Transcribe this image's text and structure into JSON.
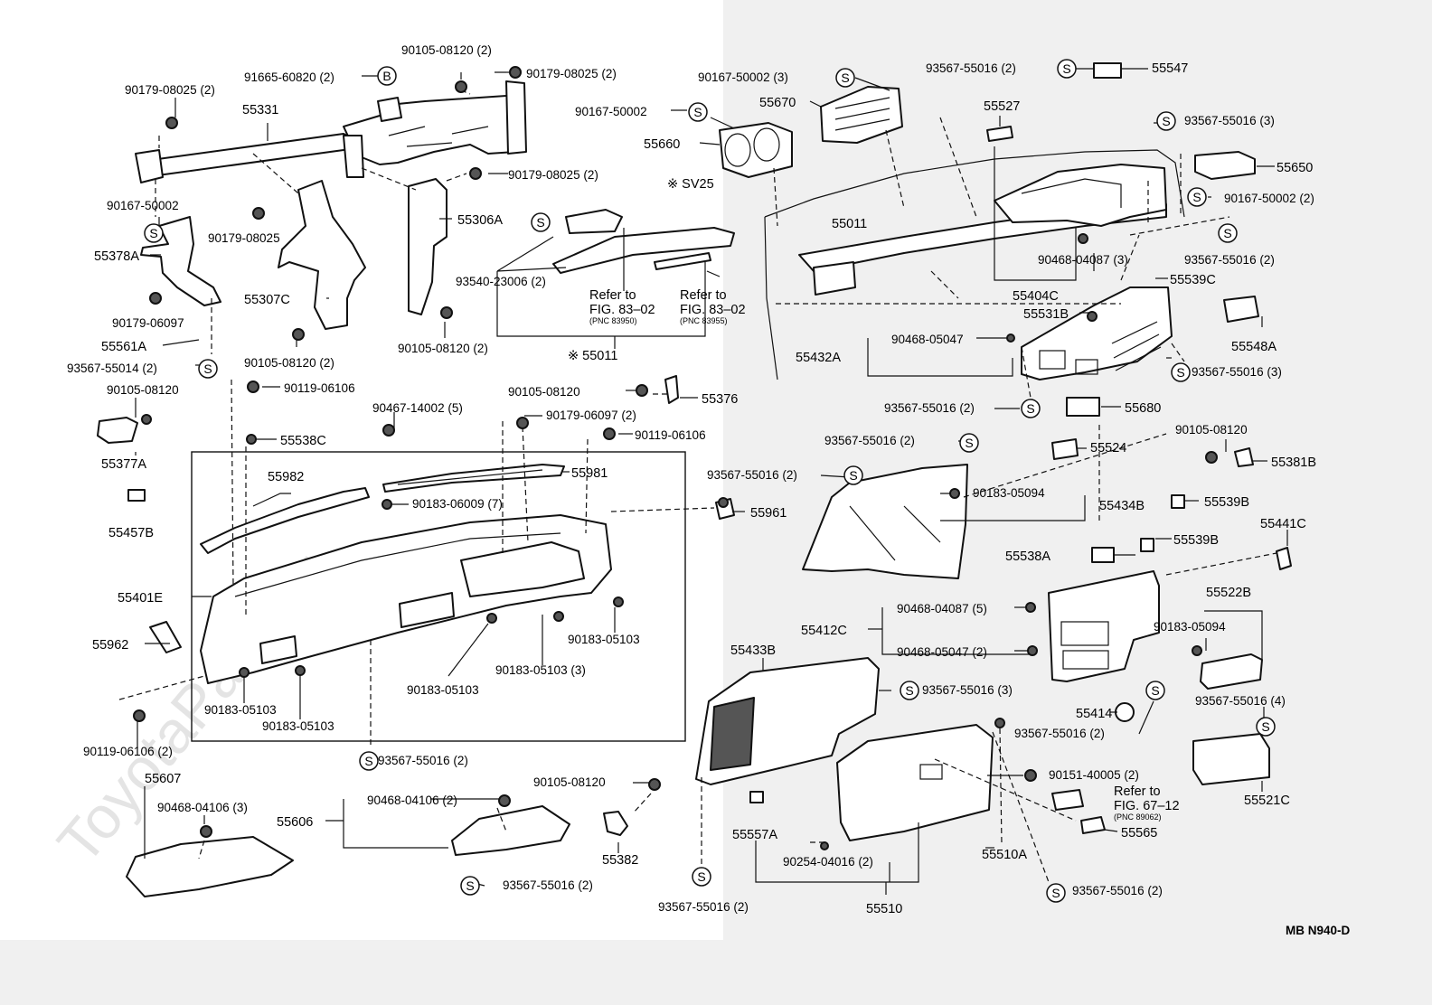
{
  "watermark": "ToyotaParts.ru",
  "variant_mark": "※ SV25",
  "diagram_code": "MB N940-D",
  "callouts": [
    {
      "id": "90105-08120 (2)",
      "label": "90105-08120 (2)"
    },
    {
      "id": "90179-08025 (2)",
      "label": "90179-08025 (2)"
    },
    {
      "id": "91665-60820 (2)",
      "label": "91665-60820 (2)"
    },
    {
      "id": "90179-08025 (2)b",
      "label": "90179-08025 (2)"
    },
    {
      "id": "55331",
      "label": "55331"
    },
    {
      "id": "90179-08025 (2)c",
      "label": "90179-08025 (2)"
    },
    {
      "id": "90167-50002",
      "label": "90167-50002"
    },
    {
      "id": "90179-08025",
      "label": "90179-08025"
    },
    {
      "id": "55378A",
      "label": "55378A"
    },
    {
      "id": "55306A",
      "label": "55306A"
    },
    {
      "id": "55307C",
      "label": "55307C"
    },
    {
      "id": "90179-06097",
      "label": "90179-06097"
    },
    {
      "id": "55561A",
      "label": "55561A"
    },
    {
      "id": "93567-55014 (2)",
      "label": "93567-55014 (2)"
    },
    {
      "id": "90105-08120 (2)b",
      "label": "90105-08120 (2)"
    },
    {
      "id": "90105-08120 (2)c",
      "label": "90105-08120 (2)"
    },
    {
      "id": "90167-50002 (3)",
      "label": "90167-50002 (3)"
    },
    {
      "id": "55670",
      "label": "55670"
    },
    {
      "id": "90167-50002b",
      "label": "90167-50002"
    },
    {
      "id": "55660",
      "label": "55660"
    },
    {
      "id": "93540-23006 (2)",
      "label": "93540-23006 (2)"
    },
    {
      "id": "refer1",
      "label": "Refer to"
    },
    {
      "id": "fig1",
      "label": "FIG. 83–02"
    },
    {
      "id": "pnc1",
      "label": "(PNC 83950)"
    },
    {
      "id": "refer2",
      "label": "Refer to"
    },
    {
      "id": "fig2",
      "label": "FIG. 83–02"
    },
    {
      "id": "pnc2",
      "label": "(PNC 83955)"
    },
    {
      "id": "55011b",
      "label": "※ 55011"
    },
    {
      "id": "93567-55016 (2)",
      "label": "93567-55016 (2)"
    },
    {
      "id": "55547",
      "label": "55547"
    },
    {
      "id": "55527",
      "label": "55527"
    },
    {
      "id": "93567-55016 (3)",
      "label": "93567-55016 (3)"
    },
    {
      "id": "55650",
      "label": "55650"
    },
    {
      "id": "90167-50002 (2)",
      "label": "90167-50002 (2)"
    },
    {
      "id": "55011",
      "label": "55011"
    },
    {
      "id": "90468-04087 (3)",
      "label": "90468-04087 (3)"
    },
    {
      "id": "93567-55016 (2)b",
      "label": "93567-55016 (2)"
    },
    {
      "id": "55539C",
      "label": "55539C"
    },
    {
      "id": "55404C",
      "label": "55404C"
    },
    {
      "id": "55531B",
      "label": "55531B"
    },
    {
      "id": "90468-05047",
      "label": "90468-05047"
    },
    {
      "id": "55432A",
      "label": "55432A"
    },
    {
      "id": "55548A",
      "label": "55548A"
    },
    {
      "id": "93567-55016 (3)b",
      "label": "93567-55016 (3)"
    },
    {
      "id": "93567-55016 (2)c",
      "label": "93567-55016 (2)"
    },
    {
      "id": "55680",
      "label": "55680"
    },
    {
      "id": "90105-08120",
      "label": "90105-08120"
    },
    {
      "id": "55376",
      "label": "55376"
    },
    {
      "id": "90119-06106",
      "label": "90119-06106"
    },
    {
      "id": "90467-14002 (5)",
      "label": "90467-14002 (5)"
    },
    {
      "id": "90179-06097 (2)",
      "label": "90179-06097 (2)"
    },
    {
      "id": "90119-06106b",
      "label": "90119-06106"
    },
    {
      "id": "90105-08120b",
      "label": "90105-08120"
    },
    {
      "id": "55538C",
      "label": "55538C"
    },
    {
      "id": "55377A",
      "label": "55377A"
    },
    {
      "id": "55982",
      "label": "55982"
    },
    {
      "id": "55981",
      "label": "55981"
    },
    {
      "id": "90183-06009 (7)",
      "label": "90183-06009 (7)"
    },
    {
      "id": "55457B",
      "label": "55457B"
    },
    {
      "id": "55961",
      "label": "55961"
    },
    {
      "id": "93567-55016 (2)d",
      "label": "93567-55016 (2)"
    },
    {
      "id": "93567-55016 (2)e",
      "label": "93567-55016 (2)"
    },
    {
      "id": "55524",
      "label": "55524"
    },
    {
      "id": "90105-08120c",
      "label": "90105-08120"
    },
    {
      "id": "55381B",
      "label": "55381B"
    },
    {
      "id": "90183-05094",
      "label": "90183-05094"
    },
    {
      "id": "55434B",
      "label": "55434B"
    },
    {
      "id": "55539B",
      "label": "55539B"
    },
    {
      "id": "55401E",
      "label": "55401E"
    },
    {
      "id": "55538A",
      "label": "55538A"
    },
    {
      "id": "55539Bb",
      "label": "55539B"
    },
    {
      "id": "55441C",
      "label": "55441C"
    },
    {
      "id": "55962",
      "label": "55962"
    },
    {
      "id": "90183-05103",
      "label": "90183-05103"
    },
    {
      "id": "90468-04087 (5)",
      "label": "90468-04087 (5)"
    },
    {
      "id": "55522B",
      "label": "55522B"
    },
    {
      "id": "55412C",
      "label": "55412C"
    },
    {
      "id": "90183-05094b",
      "label": "90183-05094"
    },
    {
      "id": "90183-05103 (3)",
      "label": "90183-05103 (3)"
    },
    {
      "id": "90468-05047 (2)",
      "label": "90468-05047 (2)"
    },
    {
      "id": "55433B",
      "label": "55433B"
    },
    {
      "id": "90183-05103b",
      "label": "90183-05103"
    },
    {
      "id": "93567-55016 (3)c",
      "label": "93567-55016 (3)"
    },
    {
      "id": "90183-05103c",
      "label": "90183-05103"
    },
    {
      "id": "90183-05103d",
      "label": "90183-05103"
    },
    {
      "id": "55414",
      "label": "55414"
    },
    {
      "id": "93567-55016 (4)",
      "label": "93567-55016 (4)"
    },
    {
      "id": "93567-55016 (2)f",
      "label": "93567-55016 (2)"
    },
    {
      "id": "90119-06106 (2)",
      "label": "90119-06106 (2)"
    },
    {
      "id": "93567-55016 (2)g",
      "label": "93567-55016 (2)"
    },
    {
      "id": "55607",
      "label": "55607"
    },
    {
      "id": "90468-04106 (3)",
      "label": "90468-04106 (3)"
    },
    {
      "id": "90105-08120d",
      "label": "90105-08120"
    },
    {
      "id": "90151-40005 (2)",
      "label": "90151-40005 (2)"
    },
    {
      "id": "90468-04106 (2)",
      "label": "90468-04106 (2)"
    },
    {
      "id": "55606",
      "label": "55606"
    },
    {
      "id": "refer3",
      "label": "Refer to"
    },
    {
      "id": "fig3",
      "label": "FIG. 67–12"
    },
    {
      "id": "pnc3",
      "label": "(PNC 89062)"
    },
    {
      "id": "55521C",
      "label": "55521C"
    },
    {
      "id": "55557A",
      "label": "55557A"
    },
    {
      "id": "55565",
      "label": "55565"
    },
    {
      "id": "55382",
      "label": "55382"
    },
    {
      "id": "90254-04016 (2)",
      "label": "90254-04016 (2)"
    },
    {
      "id": "55510A",
      "label": "55510A"
    },
    {
      "id": "93567-55016 (2)h",
      "label": "93567-55016 (2)"
    },
    {
      "id": "93567-55016 (2)i",
      "label": "93567-55016 (2)"
    },
    {
      "id": "93567-55016 (2)j",
      "label": "93567-55016 (2)"
    },
    {
      "id": "55510",
      "label": "55510"
    }
  ],
  "symbols": {
    "s": "S",
    "b": "B"
  }
}
